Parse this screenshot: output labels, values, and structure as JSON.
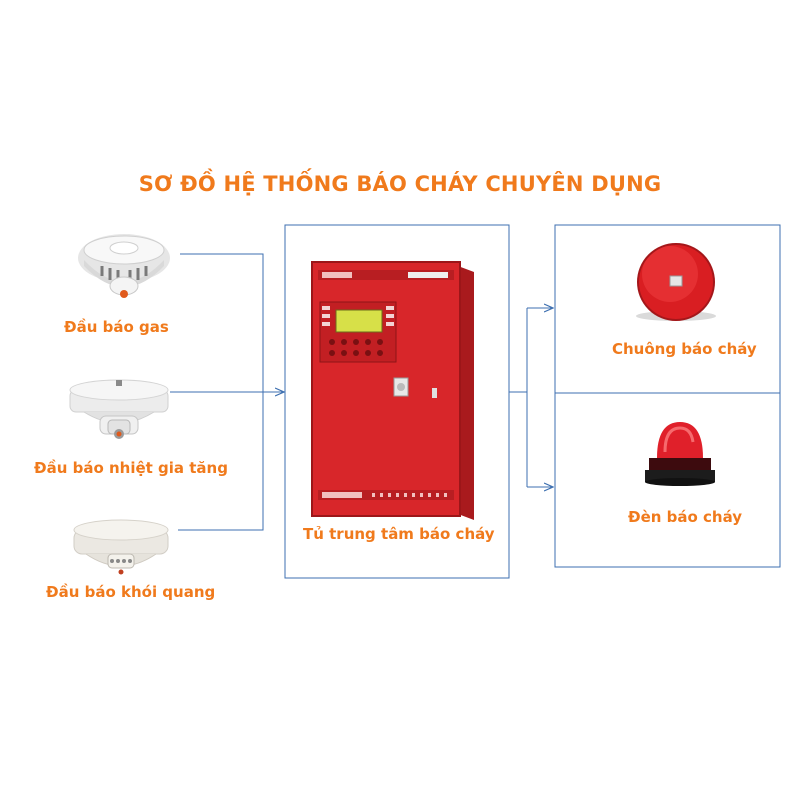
{
  "title": "SƠ ĐỒ HỆ THỐNG BÁO CHÁY CHUYÊN DỤNG",
  "inputs": {
    "gas_detector": {
      "label": "Đầu báo gas",
      "icon": "gas-detector-icon"
    },
    "heat_detector": {
      "label": "Đầu báo nhiệt gia tăng",
      "icon": "heat-detector-icon"
    },
    "smoke_detector": {
      "label": "Đầu báo khói quang",
      "icon": "smoke-detector-icon"
    }
  },
  "control_panel": {
    "label": "Tủ trung tâm báo cháy",
    "icon": "fire-alarm-control-panel-icon"
  },
  "outputs": {
    "bell": {
      "label": "Chuông báo cháy",
      "icon": "fire-bell-icon"
    },
    "strobe": {
      "label": "Đèn báo cháy",
      "icon": "strobe-light-icon"
    }
  },
  "colors": {
    "title": "#f07a1c",
    "label": "#f07a1c",
    "line": "#3d6fb0",
    "panel": "#d8262a"
  }
}
